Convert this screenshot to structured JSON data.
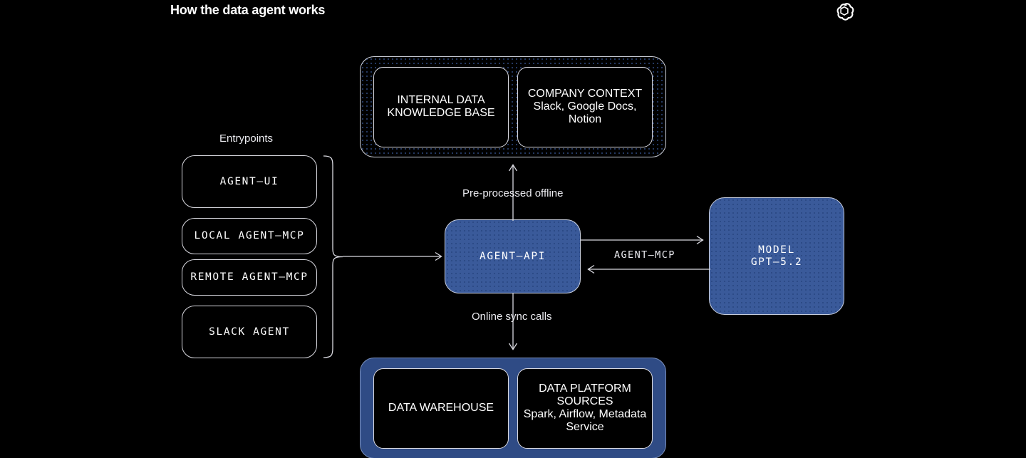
{
  "header": {
    "title": "How the data agent works",
    "logo_icon": "openai-logo-icon"
  },
  "entrypoints": {
    "caption": "Entrypoints",
    "items": [
      {
        "label": "AGENT–UI"
      },
      {
        "label": "LOCAL AGENT–MCP"
      },
      {
        "label": "REMOTE AGENT–MCP"
      },
      {
        "label": "SLACK AGENT"
      }
    ]
  },
  "knowledge": {
    "boxes": [
      {
        "label": "INTERNAL DATA\nKNOWLEDGE BASE",
        "sublabel": ""
      },
      {
        "label": "COMPANY\nCONTEXT",
        "sublabel": "Slack, Google Docs, Notion"
      }
    ]
  },
  "platform": {
    "boxes": [
      {
        "label": "DATA\nWAREHOUSE",
        "sublabel": ""
      },
      {
        "label": "DATA PLATFORM\nSOURCES",
        "sublabel": "Spark, Airflow,\nMetadata Service"
      }
    ]
  },
  "core": {
    "agent_api": "AGENT–API",
    "model": "MODEL\nGPT–5.2"
  },
  "connectors": {
    "preprocessed": "Pre-processed offline",
    "online_sync": "Online sync calls",
    "agent_mcp": "AGENT–MCP"
  },
  "colors": {
    "background": "#000000",
    "stroke": "#d9d9e0",
    "accent_blue": "#3a5a9a",
    "platform_blue": "#2f4b85",
    "dot_blue": "#253a63",
    "text": "#ffffff"
  }
}
